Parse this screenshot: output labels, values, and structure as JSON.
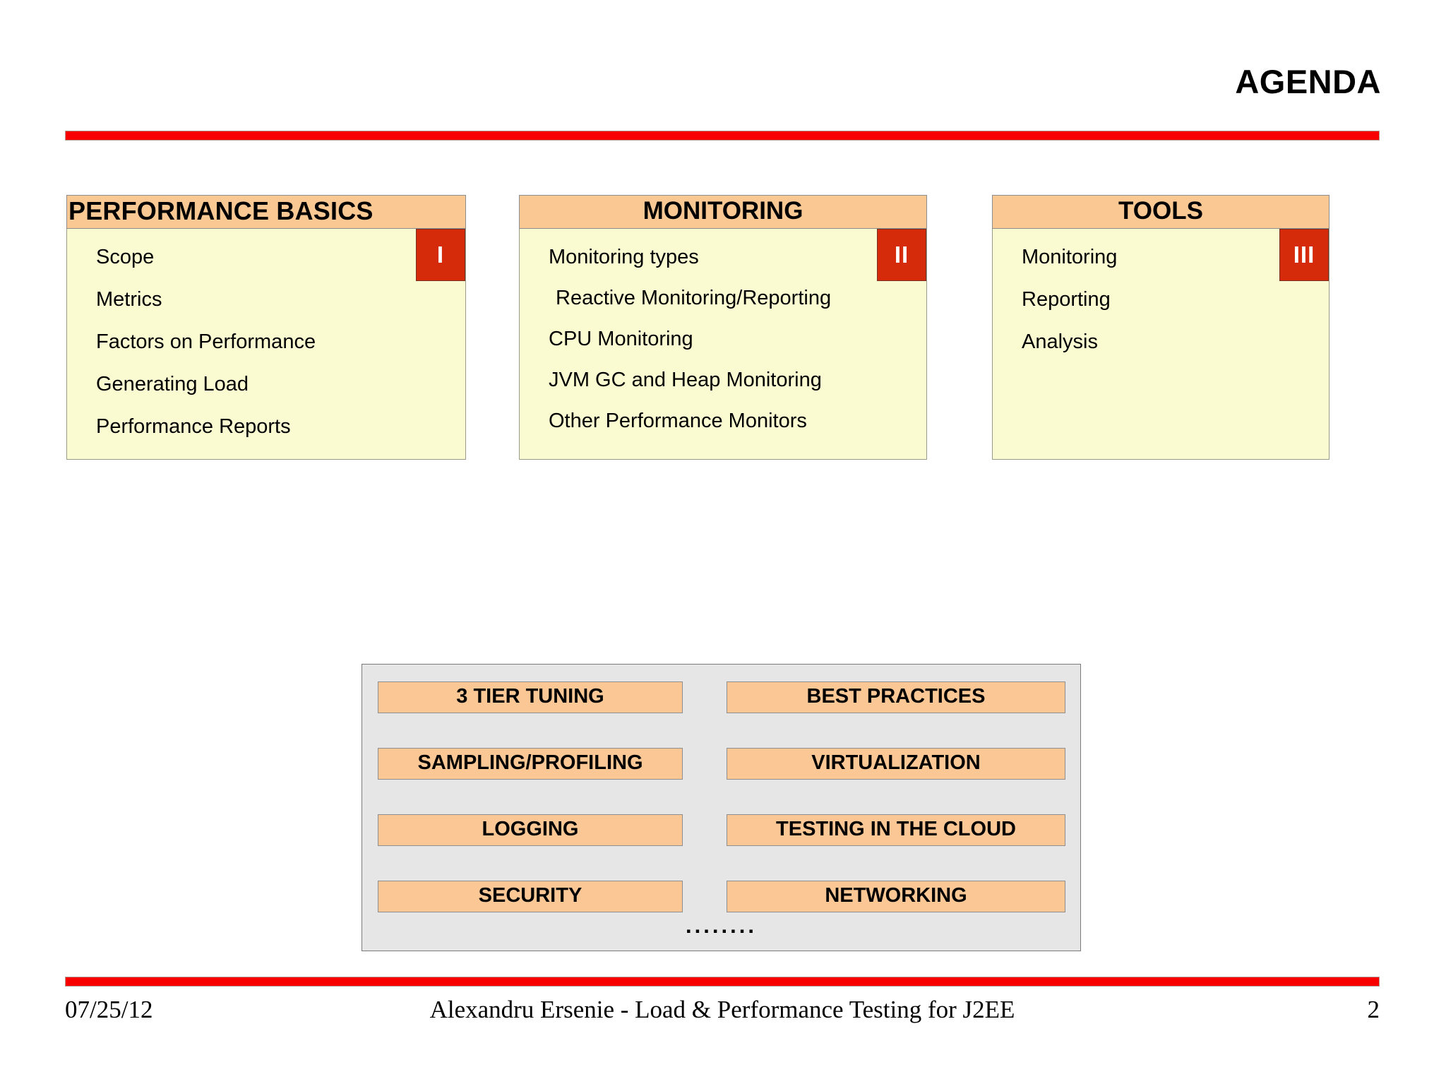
{
  "slide": {
    "title": "AGENDA",
    "accent_red": "#f90000",
    "header_peach": "#f9c893",
    "body_yellow": "#fbfbd2",
    "badge_red": "#d52b0b",
    "panel_gray": "#e6e6e6"
  },
  "columns": [
    {
      "heading": "PERFORMANCE BASICS",
      "badge": "I",
      "items": [
        "Scope",
        "Metrics",
        "Factors on Performance",
        "Generating Load",
        "Performance Reports"
      ]
    },
    {
      "heading": "MONITORING",
      "badge": "II",
      "items": [
        "Monitoring types",
        "Reactive Monitoring/Reporting",
        "CPU Monitoring",
        "JVM GC and Heap Monitoring",
        "Other Performance Monitors"
      ]
    },
    {
      "heading": "TOOLS",
      "badge": "III",
      "items": [
        "Monitoring",
        "Reporting",
        "Analysis"
      ]
    }
  ],
  "topics": {
    "left": [
      "3 TIER TUNING",
      "SAMPLING/PROFILING",
      "LOGGING",
      "SECURITY"
    ],
    "right": [
      "BEST PRACTICES",
      "VIRTUALIZATION",
      "TESTING IN THE CLOUD",
      "NETWORKING"
    ],
    "ellipsis": "........"
  },
  "footer": {
    "date": "07/25/12",
    "center": "Alexandru Ersenie - Load & Performance Testing for J2EE",
    "page": "2"
  }
}
